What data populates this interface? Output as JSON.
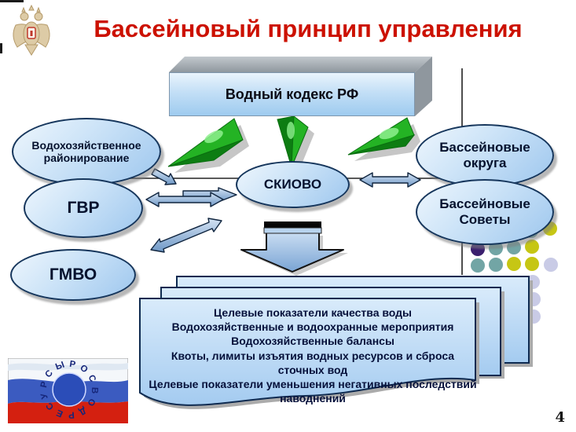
{
  "slide": {
    "title": "Бассейновый принцип управления",
    "page_number": "4"
  },
  "water_code_box": {
    "label": "Водный кодекс РФ"
  },
  "nodes": {
    "vodokhoz_rayonirovanie": "Водохозяйственное районирование",
    "gvr": "ГВР",
    "gmvo": "ГМВО",
    "skiovo": "СКИОВО",
    "basseynovye_okruga": "Бассейновые округа",
    "basseynovye_sovety": "Бассейновые Советы"
  },
  "results_panel": {
    "lines": [
      "Целевые показатели  качества воды",
      "Водохозяйственные и водоохранные мероприятия",
      "Водохозяйственные балансы",
      "Квоты, лимиты изъятия водных ресурсов  и сброса сточных вод",
      "Целевые показатели уменьшения  негативных последствий наводнений"
    ]
  },
  "logo": {
    "circular_text": "РОСВОДРЕСУРСЫ"
  },
  "colors": {
    "title_red": "#cc1100",
    "ellipse_fill": "#bcd9f3",
    "ellipse_border": "#16365c",
    "arrow_blue": "#7fa8d6",
    "dart_green": "#24b324",
    "dot_purple": "#3b1f6e",
    "dot_teal": "#72a5a5",
    "dot_yellow": "#c6c614",
    "dot_lavender": "#c9cbe6"
  }
}
